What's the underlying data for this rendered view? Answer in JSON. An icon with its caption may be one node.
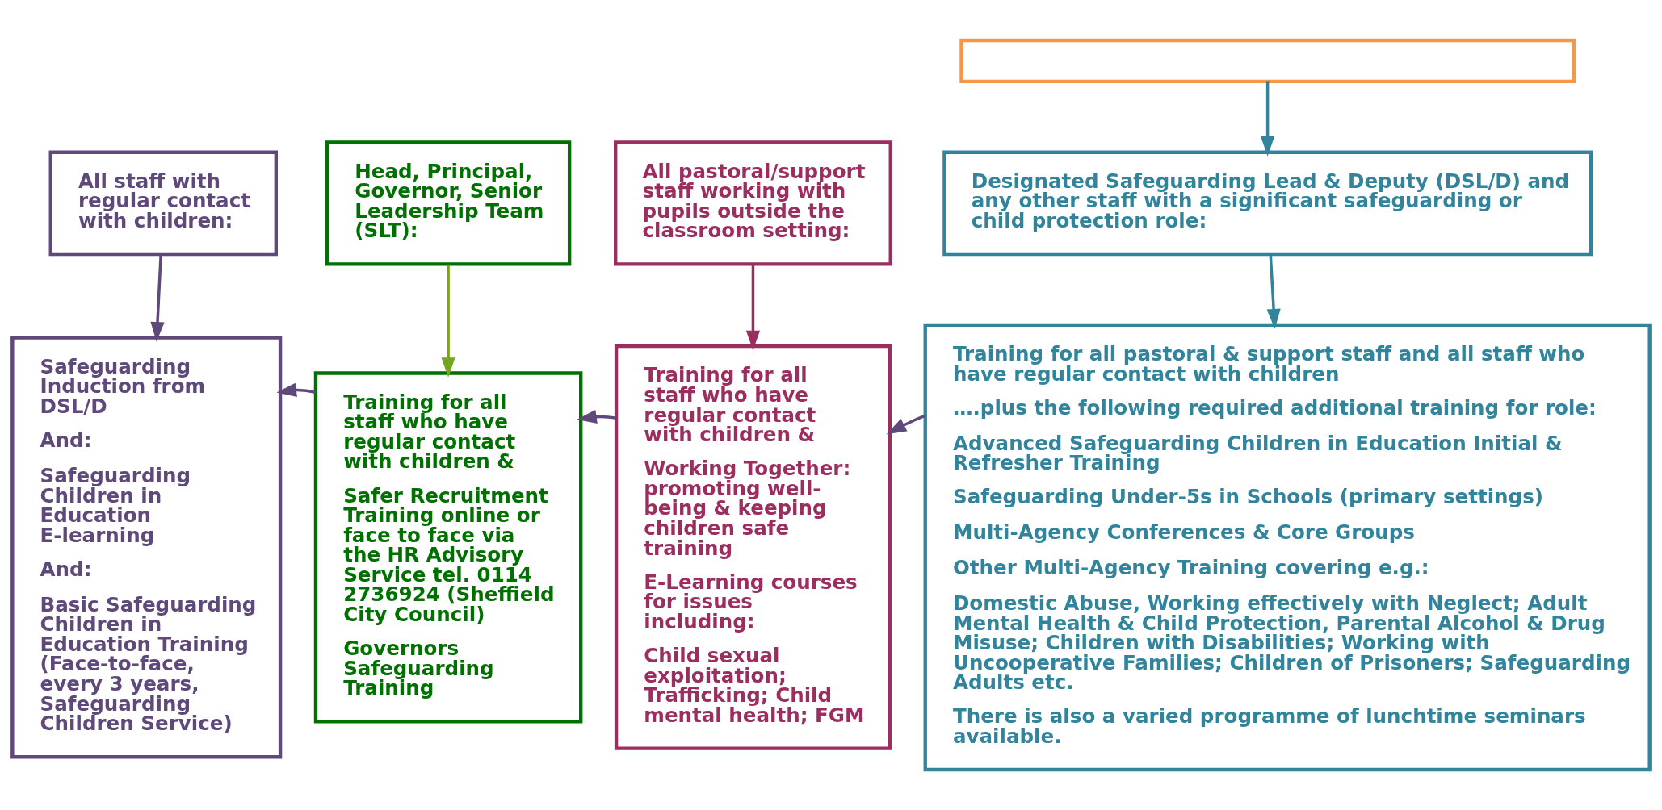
{
  "diagram": {
    "nodes": [
      {
        "text": [],
        "shape": "box"
      },
      {
        "text": [
          "All staff with regular contact with children:"
        ]
      },
      {
        "text": [
          "Head, Principal, Governor, Senior Leadership Team (SLT):"
        ]
      },
      {
        "text": [
          "All pastoral/support staff working with pupils outside the classroom setting:"
        ]
      },
      {
        "text": [
          "Designated Safeguarding Lead & Deputy (DSL/D) and any other staff with a significant safeguarding or child protection role:"
        ]
      },
      {
        "text": [
          "Safeguarding Induction from DSL/D",
          "And:",
          "Safeguarding Children in Education E-learning",
          "And:",
          "Basic Safeguarding Children in Education Training (Face-to-face, every 3 years, Safeguarding Children Service)"
        ]
      },
      {
        "text": [
          "Training for all staff who have regular contact with children &",
          "Safer Recruitment Training online or face to face via the HR Advisory Service tel. 0114 2736924 (Sheffield City Council)",
          "Governors Safeguarding Training"
        ]
      },
      {
        "text": [
          "Training for all staff who have regular contact with children &",
          "Working Together: promoting well-being & keeping children safe training",
          "E-Learning courses for issues including:",
          "Child sexual exploitation; Trafficking; Child mental health; FGM"
        ]
      },
      {
        "text": [
          "Training for all pastoral & support staff and all staff who have regular contact with children",
          "….plus the following required additional training for role:",
          "Advanced Safeguarding Children in Education Initial & Refresher Training",
          "Safeguarding Under-5s in Schools (primary settings)",
          "Multi-Agency Conferences & Core Groups",
          "Other Multi-Agency Training covering e.g.:",
          "Domestic Abuse, Working effectively with Neglect; Adult Mental Health & Child Protection, Parental Alcohol & Drug Misuse; Children with Disabilities; Working with Uncooperative Families; Children of Prisoners; Safeguarding Adults etc.",
          "There is also a varied programme of lunchtime seminars available."
        ]
      }
    ],
    "edges": [
      {
        "from": 0,
        "to": 4,
        "arrow": "to",
        "color": "#31849b"
      },
      {
        "from": 1,
        "to": 5,
        "arrow": "to"
      },
      {
        "from": 2,
        "to": 6,
        "arrow": "to",
        "color": "#76a520"
      },
      {
        "from": 3,
        "to": 7,
        "arrow": "to",
        "color": "#9b2d5f"
      },
      {
        "from": 4,
        "to": 8,
        "arrow": "to",
        "color": "#31849b"
      },
      {
        "from": 8,
        "to": 7,
        "arrow": "to"
      },
      {
        "from": 7,
        "to": 6,
        "arrow": "to"
      },
      {
        "from": 6,
        "to": 5,
        "arrow": "to"
      }
    ]
  }
}
